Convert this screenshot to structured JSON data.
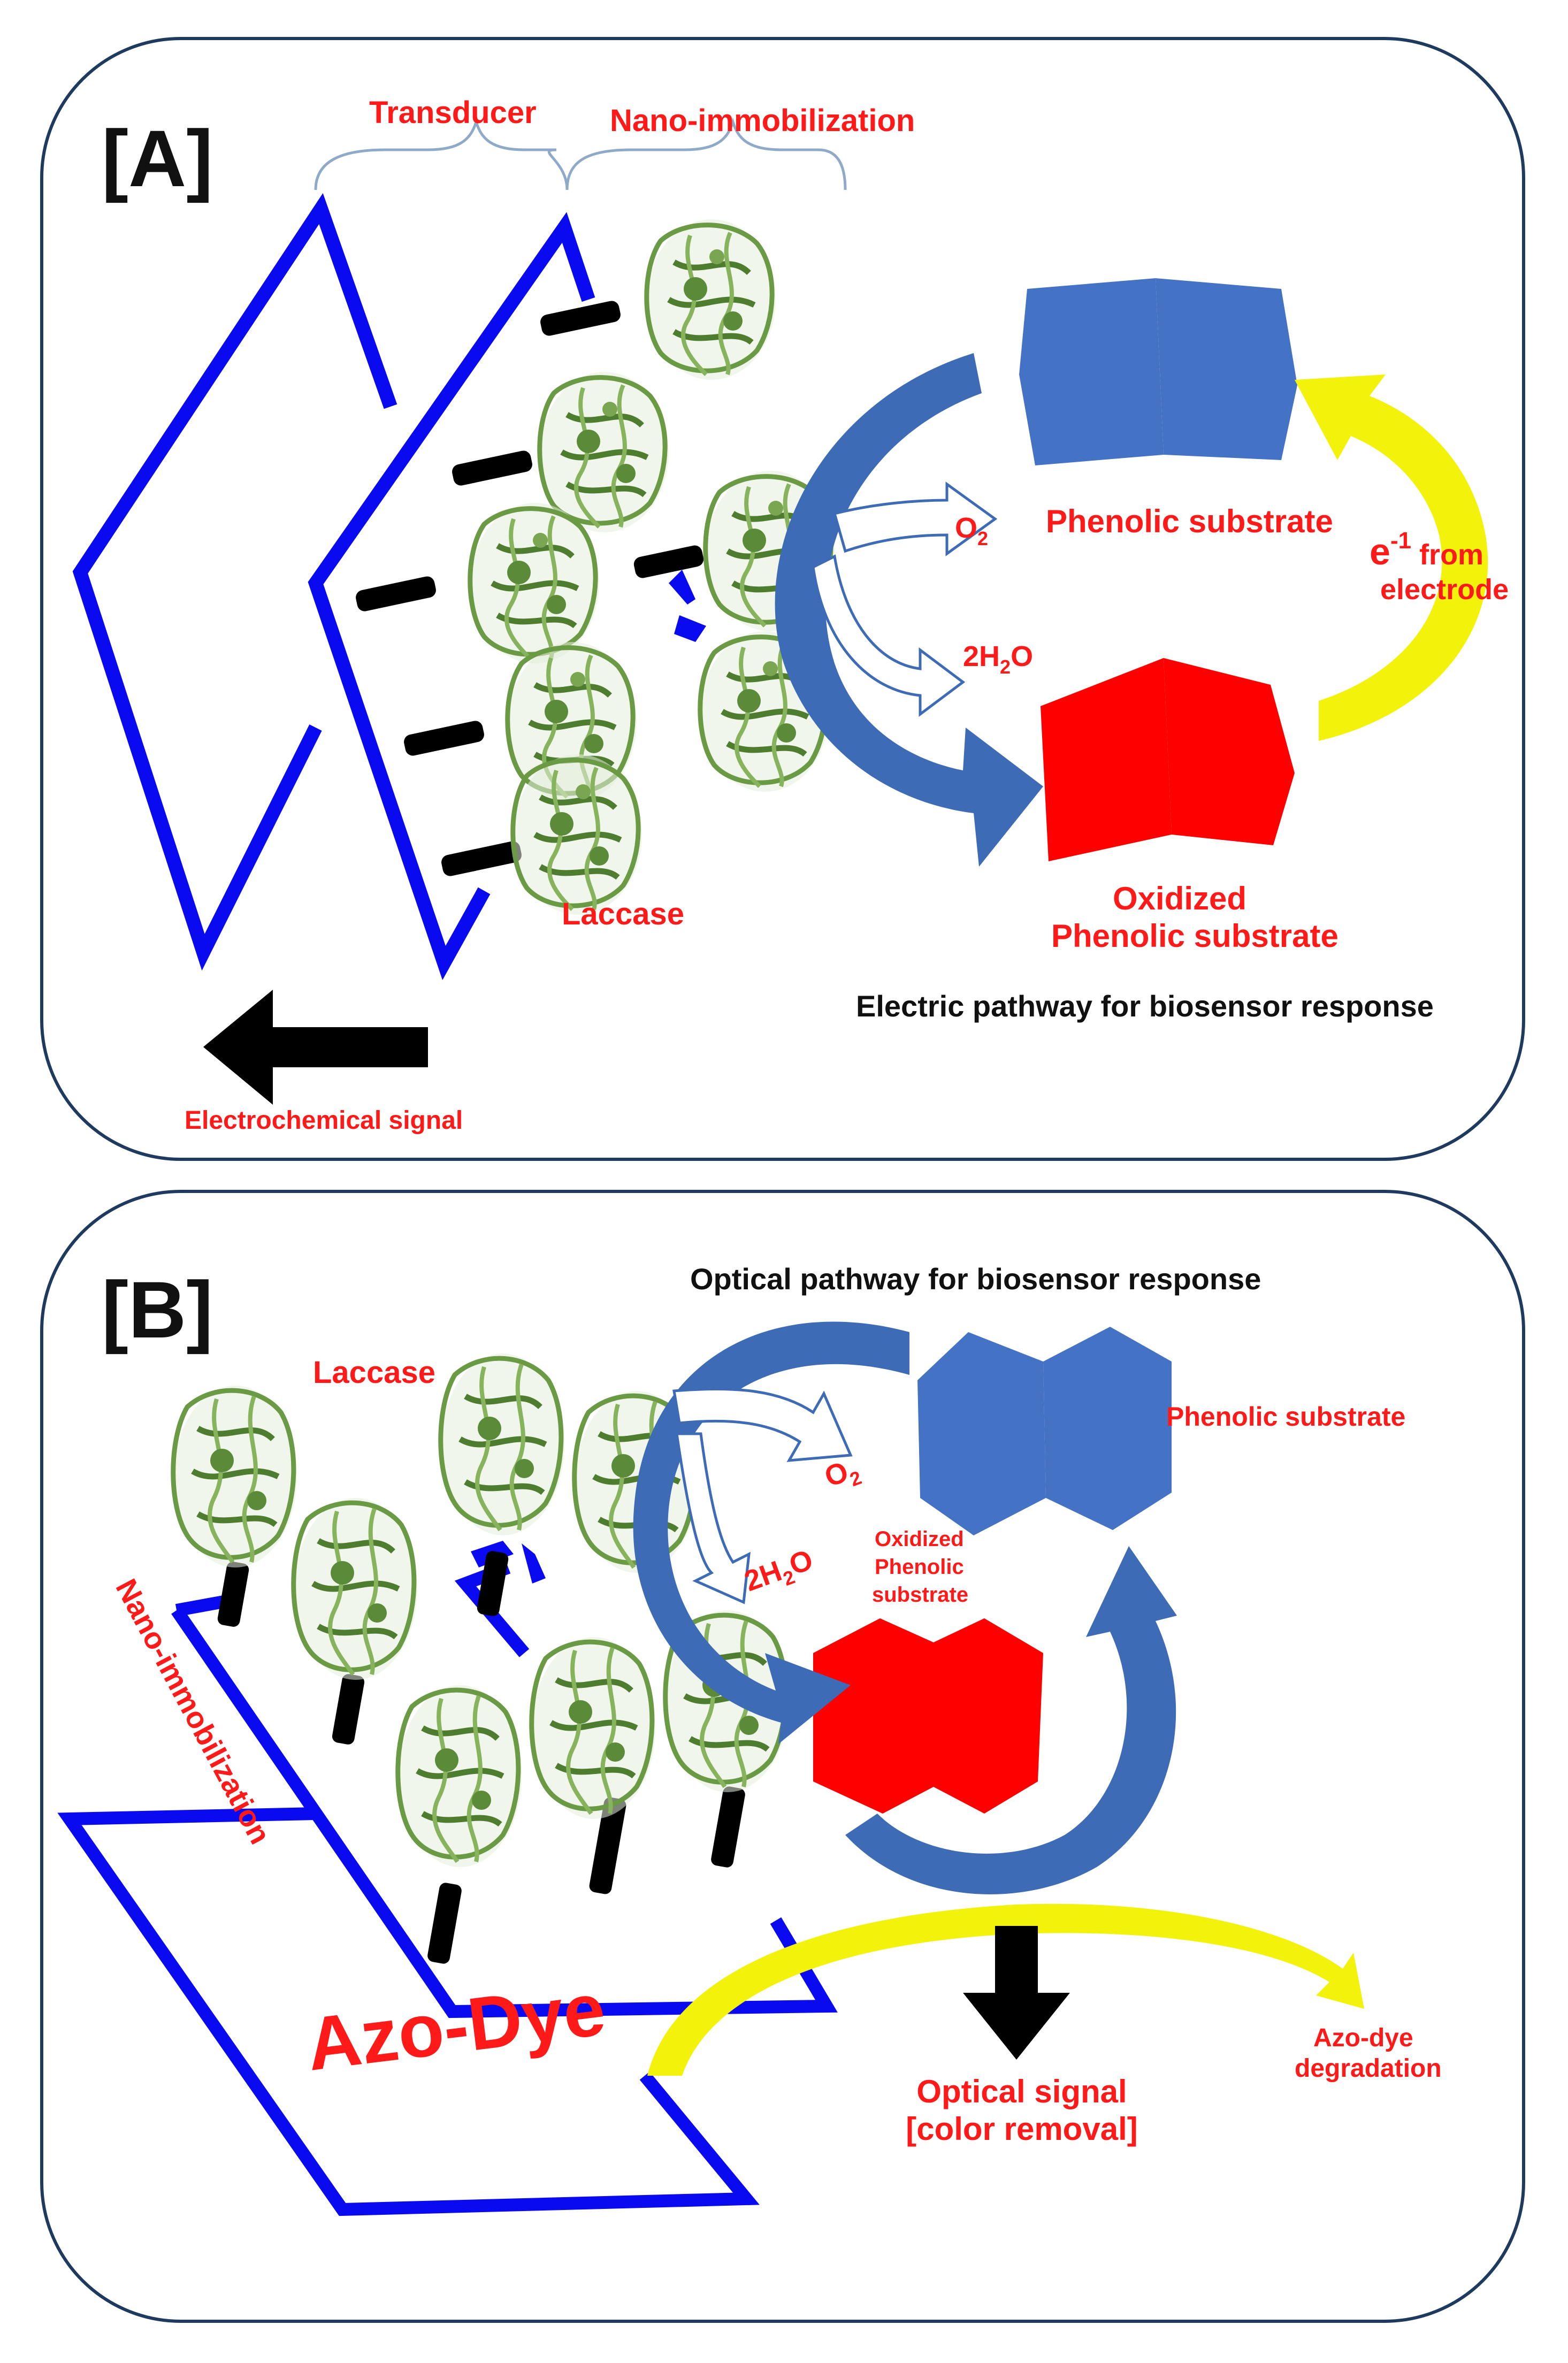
{
  "colors": {
    "frame_border": "#1f3a5f",
    "electrode_blue": "#0a0af0",
    "hexagon_blue": "#4472c4",
    "hexagon_red": "#ff0000",
    "arrow_blue": "#3d6bb5",
    "arrow_yellow": "#ffff00",
    "enzyme_green": "#6a9a44",
    "label_red": "#ff1a1a",
    "signal_black": "#000000"
  },
  "panel_a": {
    "tag": "[A]",
    "transducer": "Transducer",
    "nano_immobilization": "Nano-immobilization",
    "laccase": "Laccase",
    "o2": "O",
    "o2_sub": "2",
    "h2o_2": "2H",
    "h2o_sub": "2",
    "h2o_o": "O",
    "phenolic_substrate": "Phenolic substrate",
    "electron": "e",
    "electron_sup": "-1",
    "electron_from": " from",
    "electrode": "electrode",
    "oxidized_line1": "Oxidized",
    "oxidized_line2": "Phenolic substrate",
    "pathway": "Electric pathway for biosensor response",
    "signal": "Electrochemical signal"
  },
  "panel_b": {
    "tag": "[B]",
    "pathway": "Optical pathway for biosensor response",
    "laccase": "Laccase",
    "phenolic_substrate": "Phenolic substrate",
    "o2": "O",
    "o2_sub": "2",
    "h2o_2": "2H",
    "h2o_sub": "2",
    "h2o_o": "O",
    "oxidized_line1": "Oxidized",
    "oxidized_line2": "Phenolic",
    "oxidized_line3": "substrate",
    "nano_immobilization": "Nano-immobilization",
    "azo_dye": "Azo-Dye",
    "degradation_line1": "Azo-dye",
    "degradation_line2": "degradation",
    "signal_line1": "Optical signal",
    "signal_line2": "[color removal]"
  }
}
